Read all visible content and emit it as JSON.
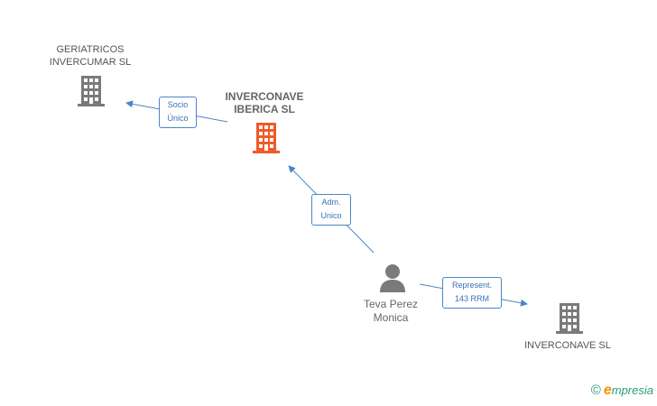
{
  "nodes": {
    "geriatricos": {
      "line1": "GERIATRICOS",
      "line2": "INVERCUMAR SL",
      "icon": "building-icon",
      "color": "#7a7a7a"
    },
    "inverconave_iberica": {
      "line1": "INVERCONAVE",
      "line2": "IBERICA SL",
      "icon": "building-icon",
      "color": "#f05a28"
    },
    "teva": {
      "line1": "Teva Perez",
      "line2": "Monica",
      "icon": "person-icon",
      "color": "#7a7a7a"
    },
    "inverconave_sl": {
      "line1": "INVERCONAVE SL",
      "icon": "building-icon",
      "color": "#7a7a7a"
    }
  },
  "edges": {
    "socio": {
      "line1": "Socio",
      "line2": "Único"
    },
    "adm": {
      "line1": "Adm.",
      "line2": "Unico"
    },
    "represent": {
      "line1": "Represent.",
      "line2": "143 RRM"
    }
  },
  "colors": {
    "edge": "#4a86c8"
  },
  "footer": {
    "copyright": "©",
    "brand_e": "e",
    "brand_rest": "mpresia"
  }
}
